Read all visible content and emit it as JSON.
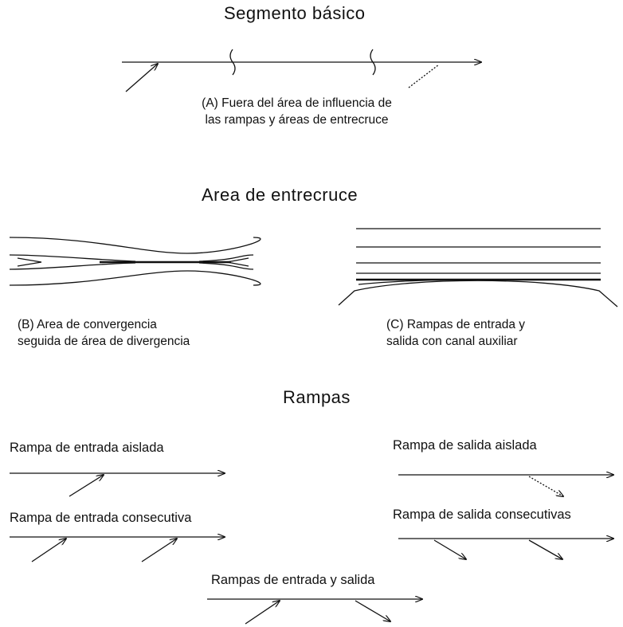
{
  "sections": {
    "basic": {
      "title": "Segmento básico",
      "caption_line1": "(A) Fuera del área de influencia de",
      "caption_line2": "las rampas y áreas de entrecruce"
    },
    "weaving": {
      "title": "Area de entrecruce",
      "caption_b_line1": "(B) Area de convergencia",
      "caption_b_line2": "seguida de área de divergencia",
      "caption_c_line1": "(C) Rampas de entrada y",
      "caption_c_line2": "salida con canal auxiliar"
    },
    "ramps": {
      "title": "Rampas",
      "isolated_entry": "Rampa de entrada aislada",
      "isolated_exit": "Rampa de salida aislada",
      "consecutive_entry": "Rampa de entrada consecutiva",
      "consecutive_exit": "Rampa de salida consecutivas",
      "entry_and_exit": "Rampas de entrada y salida"
    }
  }
}
